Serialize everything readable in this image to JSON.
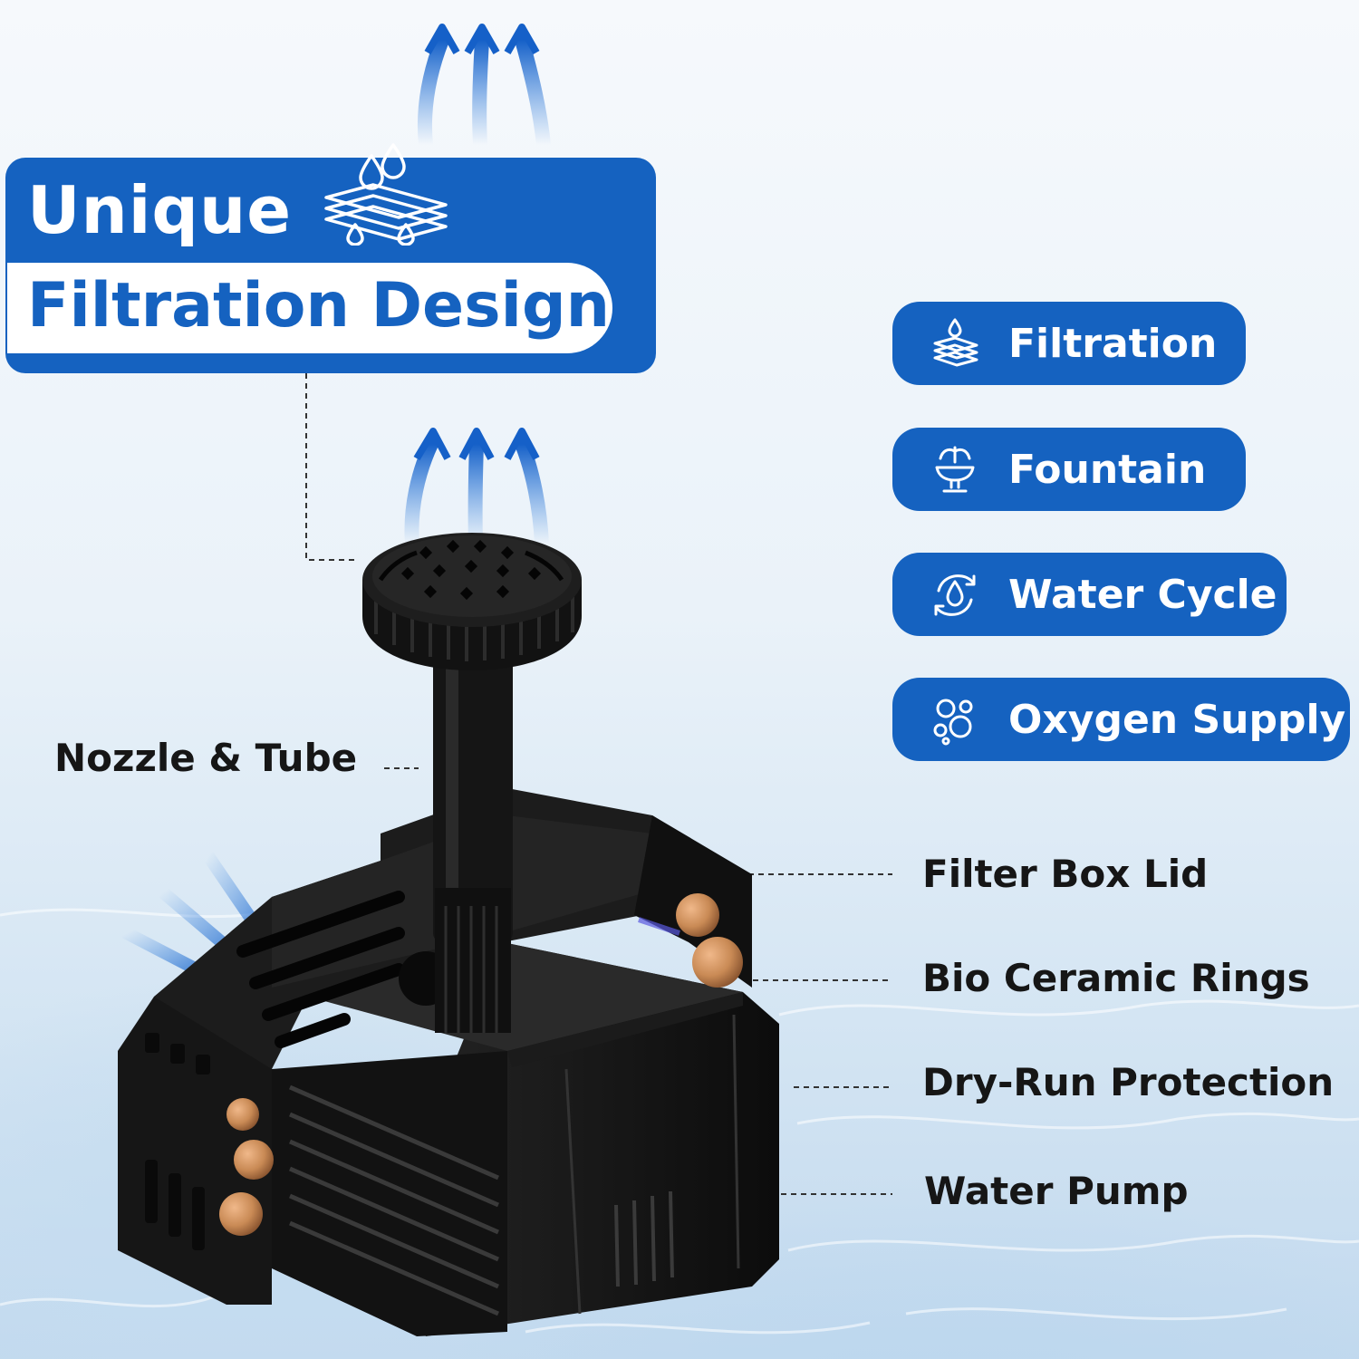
{
  "title": {
    "line1": "Unique",
    "line2": "Filtration Design",
    "icon": "filter-layers-drops-icon"
  },
  "features": [
    {
      "label": "Filtration",
      "icon": "filter-layers-icon"
    },
    {
      "label": "Fountain",
      "icon": "fountain-icon"
    },
    {
      "label": "Water Cycle",
      "icon": "water-cycle-icon"
    },
    {
      "label": "Oxygen Supply",
      "icon": "bubbles-icon"
    }
  ],
  "components": {
    "nozzle": "Nozzle & Tube",
    "lid": "Filter Box Lid",
    "rings": "Bio Ceramic Rings",
    "dry_run": "Dry-Run Protection",
    "pump": "Water Pump"
  },
  "colors": {
    "brand_blue": "#1562c0",
    "text_dark": "#161616",
    "ceramic": "#c98a55",
    "pump_body": "#141414"
  }
}
